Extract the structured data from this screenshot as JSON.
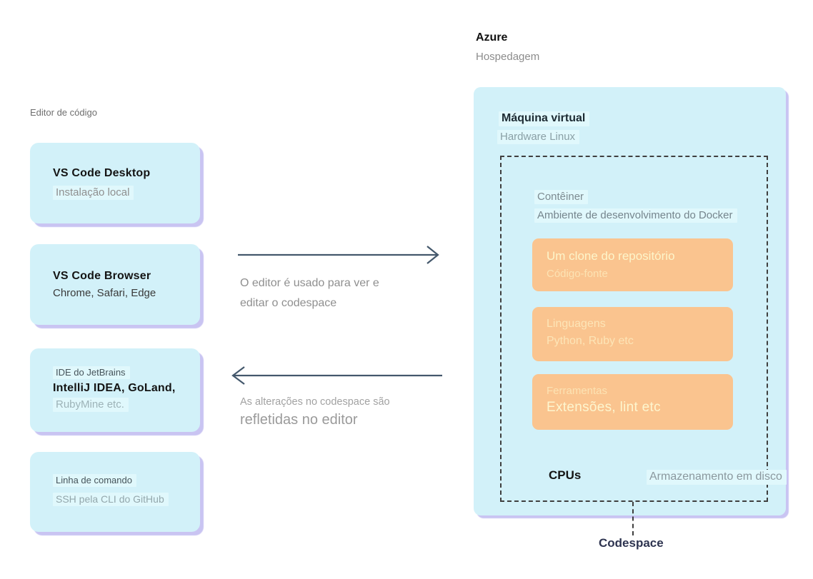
{
  "left_column": {
    "label": "Editor de código",
    "boxes": [
      {
        "title": "VS Code Desktop",
        "subtitle": "Instalação local"
      },
      {
        "title": "VS Code Browser",
        "subtitle": "Chrome, Safari, Edge"
      },
      {
        "pre": "IDE do JetBrains",
        "title": "IntelliJ IDEA, GoLand,",
        "subtitle": "RubyMine etc."
      },
      {
        "pre": "Linha de comando",
        "subtitle": "SSH pela CLI do GitHub"
      }
    ]
  },
  "flows": {
    "to_codespace": {
      "line1": "O editor é usado para ver e",
      "line2": "editar o codespace"
    },
    "to_editor": {
      "line1": "As alterações no codespace são",
      "line2": "refletidas no editor"
    }
  },
  "azure": {
    "title": "Azure",
    "subtitle": "Hospedagem",
    "vm": {
      "title": "Máquina virtual",
      "subtitle": "Hardware Linux"
    },
    "container": {
      "title": "Contêiner",
      "subtitle": "Ambiente de desenvolvimento do Docker",
      "items": [
        {
          "title": "Um clone do repositório",
          "subtitle": "Código-fonte"
        },
        {
          "title": "Linguagens",
          "subtitle": "Python, Ruby etc"
        },
        {
          "title": "Ferramentas",
          "subtitle": "Extensões, lint etc"
        }
      ],
      "cpu_label": "CPUs",
      "disk_label": "Armazenamento em disco"
    },
    "codespace_label": "Codespace"
  },
  "palette": {
    "box_fill": "#d2f1f9",
    "box_shadow": "#c9c4f2",
    "highlight_fill": "#e0f8fc",
    "orange_fill": "#fac48f",
    "cream_text": "#fdf6cf",
    "arrow": "#44586c",
    "dashed_border": "#3f3f3f",
    "gray_text": "#8f8f8f",
    "codespace_text": "#2e3450"
  }
}
